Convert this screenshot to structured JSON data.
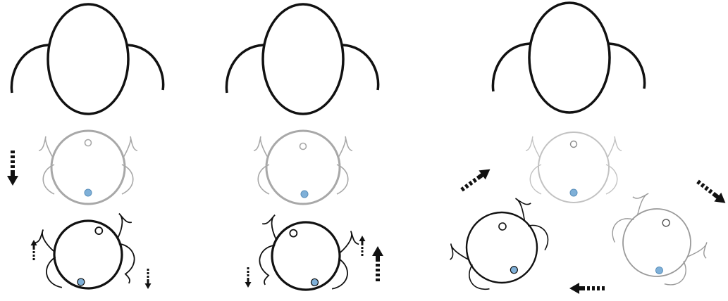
{
  "colors": {
    "ink": "#111111",
    "ghost": "#a8a8a8",
    "ghost_light": "#c2c2c2",
    "ghost_lighter": "#d0d0d0",
    "marker_blue": "#7fb0d8",
    "marker_blue_stroke": "#5a8fba",
    "background": "#ffffff"
  },
  "panels": [
    {
      "id": "left",
      "motion": "translation-down-with-tilt"
    },
    {
      "id": "middle",
      "motion": "translation-up-with-tilt"
    },
    {
      "id": "right",
      "motion": "rotation"
    }
  ],
  "icons": {
    "large_head": "head-with-ears-icon",
    "small_head": "head-top-view-icon",
    "hollow_marker": "hollow-circle-marker-icon",
    "filled_marker": "blue-dot-marker-icon",
    "dashed_arrow": "dashed-arrow-icon"
  }
}
